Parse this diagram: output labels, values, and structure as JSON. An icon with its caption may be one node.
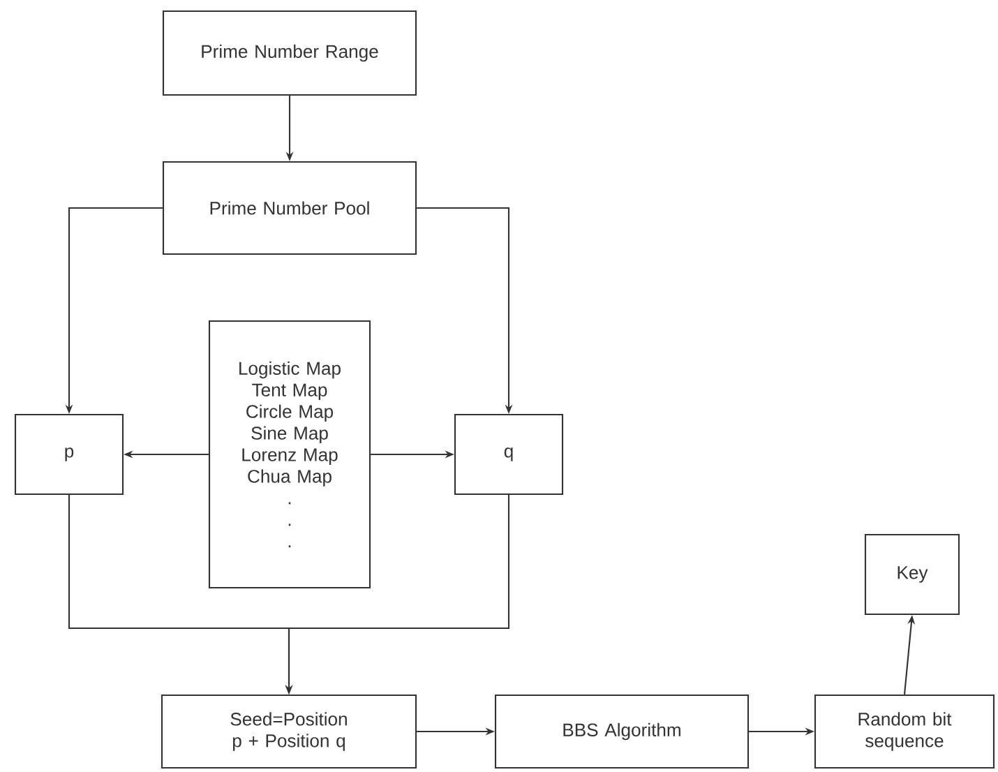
{
  "diagram": {
    "nodes": [
      {
        "text": [
          "Prime Number Range"
        ]
      },
      {
        "text": [
          "Prime Number Pool"
        ]
      },
      {
        "text": [
          "Logistic Map",
          "Tent Map",
          "Circle Map",
          "Sine Map",
          "Lorenz Map",
          "Chua Map",
          ".",
          ".",
          "."
        ]
      },
      {
        "text": [
          "p"
        ]
      },
      {
        "text": [
          "q"
        ]
      },
      {
        "text": [
          "Seed=Position p + Position q"
        ]
      },
      {
        "text": [
          "BBS Algorithm"
        ]
      },
      {
        "text": [
          "Random bit sequence"
        ]
      },
      {
        "text": [
          "Key"
        ]
      }
    ],
    "edges": [
      {
        "from": 0,
        "to": 1,
        "arrow": "to"
      },
      {
        "from": 1,
        "to": 3,
        "arrow": "to"
      },
      {
        "from": 1,
        "to": 4,
        "arrow": "to"
      },
      {
        "from": 2,
        "to": 3,
        "arrow": "to"
      },
      {
        "from": 2,
        "to": 4,
        "arrow": "to"
      },
      {
        "from": 3,
        "to": 5,
        "arrow": "to"
      },
      {
        "from": 4,
        "to": 5,
        "arrow": "to"
      },
      {
        "from": 5,
        "to": 6,
        "arrow": "to"
      },
      {
        "from": 6,
        "to": 7,
        "arrow": "to"
      },
      {
        "from": 7,
        "to": 8,
        "arrow": "to"
      }
    ]
  }
}
